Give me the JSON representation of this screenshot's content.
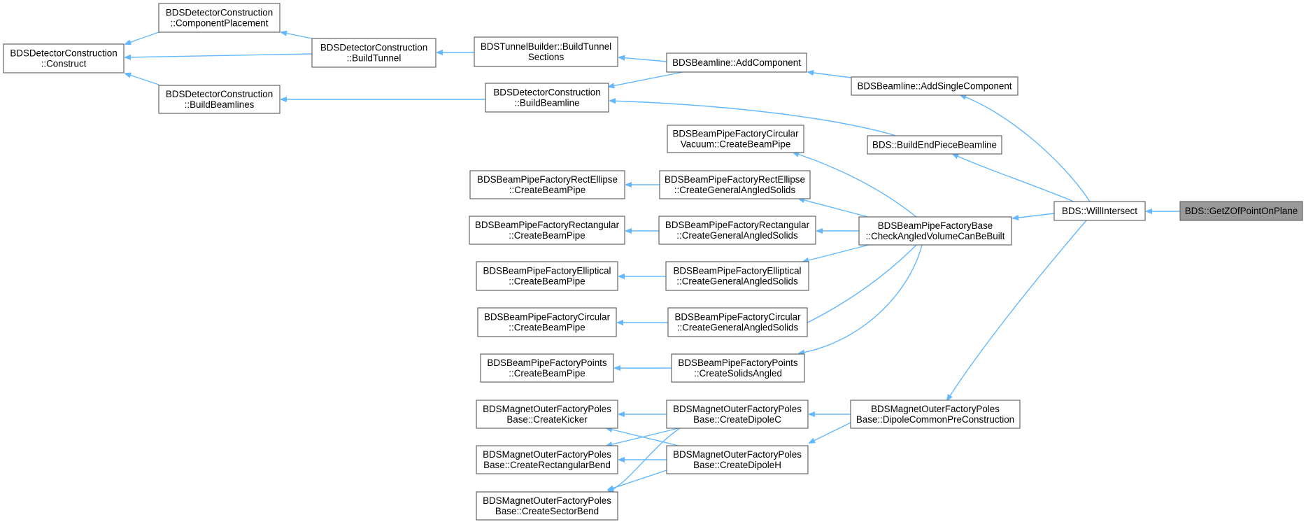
{
  "nodes": [
    {
      "id": "construct",
      "lines": [
        "BDSDetectorConstruction",
        "::Construct"
      ]
    },
    {
      "id": "componentPlacement",
      "lines": [
        "BDSDetectorConstruction",
        "::ComponentPlacement"
      ]
    },
    {
      "id": "buildTunnel",
      "lines": [
        "BDSDetectorConstruction",
        "::BuildTunnel"
      ]
    },
    {
      "id": "buildBeamlines",
      "lines": [
        "BDSDetectorConstruction",
        "::BuildBeamlines"
      ]
    },
    {
      "id": "tunnelBuilder",
      "lines": [
        "BDSTunnelBuilder::BuildTunnel",
        "Sections"
      ]
    },
    {
      "id": "addComponent",
      "lines": [
        "BDSBeamline::AddComponent"
      ]
    },
    {
      "id": "buildBeamline",
      "lines": [
        "BDSDetectorConstruction",
        "::BuildBeamline"
      ]
    },
    {
      "id": "addSingleComponent",
      "lines": [
        "BDSBeamline::AddSingleComponent"
      ]
    },
    {
      "id": "buildEndPiece",
      "lines": [
        "BDS::BuildEndPieceBeamline"
      ]
    },
    {
      "id": "circVacuum",
      "lines": [
        "BDSBeamPipeFactoryCircular",
        "Vacuum::CreateBeamPipe"
      ]
    },
    {
      "id": "rectEllipsePipe",
      "lines": [
        "BDSBeamPipeFactoryRectEllipse",
        "::CreateBeamPipe"
      ]
    },
    {
      "id": "rectEllipseSolids",
      "lines": [
        "BDSBeamPipeFactoryRectEllipse",
        "::CreateGeneralAngledSolids"
      ]
    },
    {
      "id": "rectangularPipe",
      "lines": [
        "BDSBeamPipeFactoryRectangular",
        "::CreateBeamPipe"
      ]
    },
    {
      "id": "rectangularSolids",
      "lines": [
        "BDSBeamPipeFactoryRectangular",
        "::CreateGeneralAngledSolids"
      ]
    },
    {
      "id": "ellipticalPipe",
      "lines": [
        "BDSBeamPipeFactoryElliptical",
        "::CreateBeamPipe"
      ]
    },
    {
      "id": "ellipticalSolids",
      "lines": [
        "BDSBeamPipeFactoryElliptical",
        "::CreateGeneralAngledSolids"
      ]
    },
    {
      "id": "circularPipe",
      "lines": [
        "BDSBeamPipeFactoryCircular",
        "::CreateBeamPipe"
      ]
    },
    {
      "id": "circularSolids",
      "lines": [
        "BDSBeamPipeFactoryCircular",
        "::CreateGeneralAngledSolids"
      ]
    },
    {
      "id": "pointsPipe",
      "lines": [
        "BDSBeamPipeFactoryPoints",
        "::CreateBeamPipe"
      ]
    },
    {
      "id": "pointsSolids",
      "lines": [
        "BDSBeamPipeFactoryPoints",
        "::CreateSolidsAngled"
      ]
    },
    {
      "id": "checkAngled",
      "lines": [
        "BDSBeamPipeFactoryBase",
        "::CheckAngledVolumeCanBeBuilt"
      ]
    },
    {
      "id": "createKicker",
      "lines": [
        "BDSMagnetOuterFactoryPoles",
        "Base::CreateKicker"
      ]
    },
    {
      "id": "createRectBend",
      "lines": [
        "BDSMagnetOuterFactoryPoles",
        "Base::CreateRectangularBend"
      ]
    },
    {
      "id": "createSectorBend",
      "lines": [
        "BDSMagnetOuterFactoryPoles",
        "Base::CreateSectorBend"
      ]
    },
    {
      "id": "dipoleC",
      "lines": [
        "BDSMagnetOuterFactoryPoles",
        "Base::CreateDipoleC"
      ]
    },
    {
      "id": "dipoleH",
      "lines": [
        "BDSMagnetOuterFactoryPoles",
        "Base::CreateDipoleH"
      ]
    },
    {
      "id": "dipoleCommon",
      "lines": [
        "BDSMagnetOuterFactoryPoles",
        "Base::DipoleCommonPreConstruction"
      ]
    },
    {
      "id": "willIntersect",
      "lines": [
        "BDS::WillIntersect"
      ]
    },
    {
      "id": "getZ",
      "lines": [
        "BDS::GetZOfPointOnPlane"
      ],
      "highlight": true
    }
  ],
  "edges": [
    {
      "from": "componentPlacement",
      "to": "construct"
    },
    {
      "from": "buildTunnel",
      "to": "construct"
    },
    {
      "from": "buildBeamlines",
      "to": "construct"
    },
    {
      "from": "buildTunnel",
      "to": "componentPlacement"
    },
    {
      "from": "tunnelBuilder",
      "to": "buildTunnel"
    },
    {
      "from": "buildBeamline",
      "to": "buildBeamlines"
    },
    {
      "from": "addComponent",
      "to": "tunnelBuilder"
    },
    {
      "from": "addComponent",
      "to": "buildBeamline"
    },
    {
      "from": "addSingleComponent",
      "to": "addComponent"
    },
    {
      "from": "buildEndPiece",
      "to": "buildBeamline"
    },
    {
      "from": "willIntersect",
      "to": "addSingleComponent"
    },
    {
      "from": "willIntersect",
      "to": "buildEndPiece"
    },
    {
      "from": "willIntersect",
      "to": "checkAngled"
    },
    {
      "from": "willIntersect",
      "to": "dipoleCommon"
    },
    {
      "from": "getZ",
      "to": "willIntersect"
    },
    {
      "from": "checkAngled",
      "to": "circVacuum"
    },
    {
      "from": "checkAngled",
      "to": "rectEllipseSolids"
    },
    {
      "from": "checkAngled",
      "to": "rectangularSolids"
    },
    {
      "from": "checkAngled",
      "to": "ellipticalSolids"
    },
    {
      "from": "checkAngled",
      "to": "circularSolids"
    },
    {
      "from": "checkAngled",
      "to": "pointsSolids"
    },
    {
      "from": "rectEllipseSolids",
      "to": "rectEllipsePipe"
    },
    {
      "from": "rectangularSolids",
      "to": "rectangularPipe"
    },
    {
      "from": "ellipticalSolids",
      "to": "ellipticalPipe"
    },
    {
      "from": "circularSolids",
      "to": "circularPipe"
    },
    {
      "from": "pointsSolids",
      "to": "pointsPipe"
    },
    {
      "from": "dipoleCommon",
      "to": "dipoleC"
    },
    {
      "from": "dipoleCommon",
      "to": "dipoleH"
    },
    {
      "from": "dipoleC",
      "to": "createKicker"
    },
    {
      "from": "dipoleC",
      "to": "createRectBend"
    },
    {
      "from": "dipoleC",
      "to": "createSectorBend"
    },
    {
      "from": "dipoleH",
      "to": "createKicker"
    },
    {
      "from": "dipoleH",
      "to": "createRectBend"
    },
    {
      "from": "dipoleH",
      "to": "createSectorBend"
    }
  ],
  "colors": {
    "edge": "#63b8ff",
    "node_border": "#666666",
    "highlight_fill": "#999999"
  }
}
